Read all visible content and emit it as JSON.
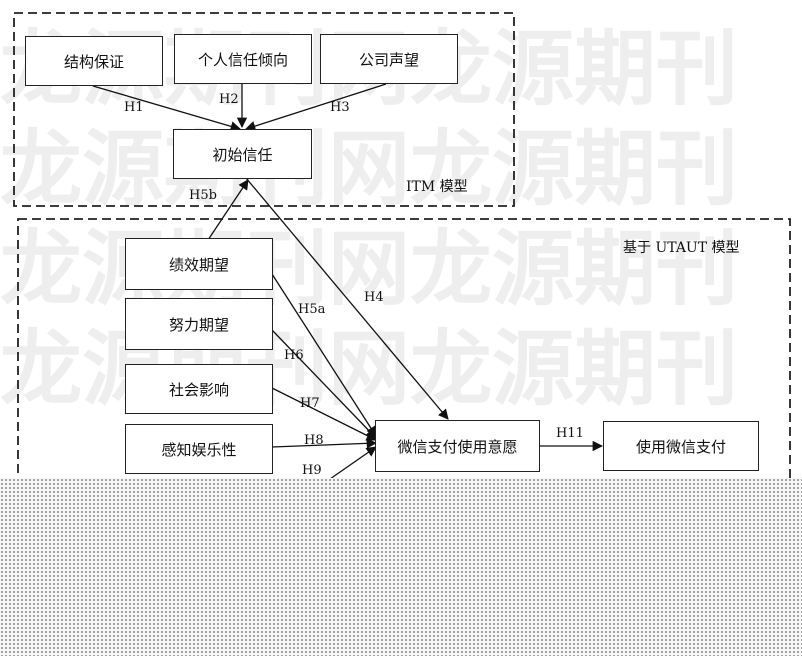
{
  "watermark": [
    "龙源期刊网龙源期刊",
    "龙源期刊网龙源期刊",
    "龙源期刊网龙源期刊",
    "龙源期刊网龙源期刊"
  ],
  "groups": {
    "itm": "ITM 模型",
    "utaut": "基于 UTAUT 模型"
  },
  "nodes": {
    "structural_assurance": "结构保证",
    "trust_propensity": "个人信任倾向",
    "company_reputation": "公司声望",
    "initial_trust": "初始信任",
    "performance_expectancy": "绩效期望",
    "effort_expectancy": "努力期望",
    "social_influence": "社会影响",
    "perceived_enjoyment": "感知娱乐性",
    "usage_intention": "微信支付使用意愿",
    "usage_behavior": "使用微信支付"
  },
  "hypotheses": {
    "h1": "H1",
    "h2": "H2",
    "h3": "H3",
    "h4": "H4",
    "h5a": "H5a",
    "h5b": "H5b",
    "h6": "H6",
    "h7": "H7",
    "h8": "H8",
    "h9": "H9",
    "h11": "H11"
  }
}
